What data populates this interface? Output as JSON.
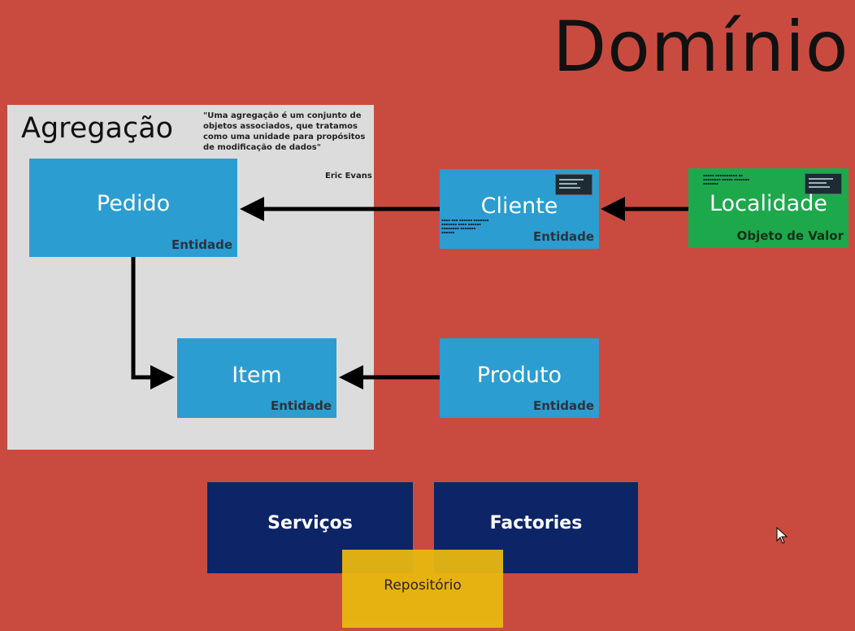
{
  "title": "Domínio",
  "aggregation": {
    "title": "Agregação",
    "quote": "\"Uma agregação é um conjunto de objetos associados, que tratamos como uma unidade para propósitos de modificação de dados\"",
    "author": "Eric Evans"
  },
  "nodes": {
    "pedido": {
      "name": "Pedido",
      "type": "Entidade"
    },
    "item": {
      "name": "Item",
      "type": "Entidade"
    },
    "cliente": {
      "name": "Cliente",
      "type": "Entidade"
    },
    "produto": {
      "name": "Produto",
      "type": "Entidade"
    },
    "localidade": {
      "name": "Localidade",
      "type": "Objeto de Valor"
    },
    "servicos": {
      "name": "Serviços"
    },
    "factories": {
      "name": "Factories"
    },
    "repositorio": {
      "name": "Repositório"
    }
  },
  "colors": {
    "background": "#c94b3f",
    "entity": "#2b9dd0",
    "value_object": "#1ea84c",
    "service": "#0d2466",
    "repository": "#e8b810"
  }
}
